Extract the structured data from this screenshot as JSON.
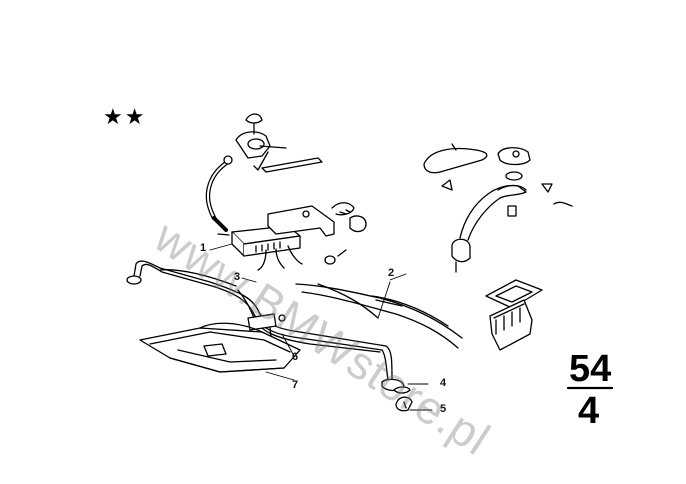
{
  "watermark": "www.BMWstore.pl",
  "marker": "★★",
  "page": {
    "top": "54",
    "bottom": "4"
  },
  "callouts": [
    {
      "id": "callout-1",
      "label": "1"
    },
    {
      "id": "callout-2",
      "label": "2"
    },
    {
      "id": "callout-3",
      "label": "3"
    },
    {
      "id": "callout-4",
      "label": "4"
    },
    {
      "id": "callout-5",
      "label": "5"
    },
    {
      "id": "callout-6",
      "label": "6"
    },
    {
      "id": "callout-7",
      "label": "7"
    }
  ]
}
